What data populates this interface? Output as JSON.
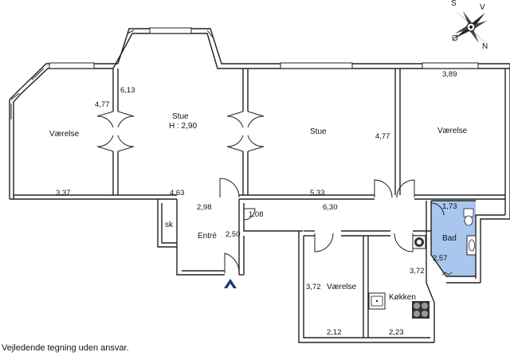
{
  "compass": {
    "s": "S",
    "v": "V",
    "o": "Ø",
    "n": "N"
  },
  "rooms": {
    "vaerelse_left": "Værelse",
    "stue_center": "Stue",
    "stue_height": "H : 2,90",
    "stue_right": "Stue",
    "vaerelse_right": "Værelse",
    "entre": "Entré",
    "sk": "sk",
    "bad": "Bad",
    "vaerelse_small": "Værelse",
    "koekken": "Køkken"
  },
  "dims": {
    "d_477_left": "4,77",
    "d_613": "6,13",
    "d_337": "3,37",
    "d_463": "4,63",
    "d_533": "5,33",
    "d_477_right": "4,77",
    "d_389": "3,89",
    "d_298": "2,98",
    "d_108": "1,08",
    "d_250": "2,50",
    "d_630": "6,30",
    "d_173": "1,73",
    "d_257": "2,57",
    "d_372_right": "3,72",
    "d_372_left": "3,72",
    "d_212": "2,12",
    "d_223": "2,23"
  },
  "colors": {
    "bath_fill": "#a8c6ee",
    "entrance_arrow": "#1a3a78"
  },
  "disclaimer": "Vejledende tegning uden ansvar."
}
